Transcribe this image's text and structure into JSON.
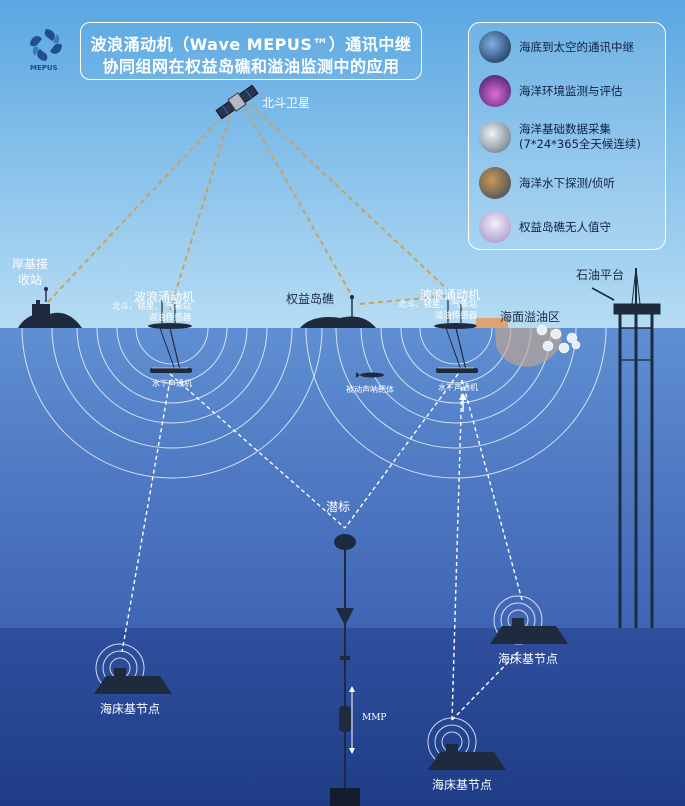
{
  "title": {
    "line1": "波浪涌动机（Wave MEPUS™）通讯中继",
    "line2": "协同组网在权益岛礁和溢油监测中的应用"
  },
  "logo": {
    "text": "MEPUS"
  },
  "legend": {
    "items": [
      {
        "label": "海底到太空的通讯中继",
        "icon": "satellite-earth-thumbnail",
        "color": "#2b4a7a"
      },
      {
        "label": "海洋环境监测与评估",
        "icon": "ocean-glow-thumbnail",
        "color": "#5a2c8a"
      },
      {
        "label": "海洋基础数据采集\n(7*24*365全天候连续)",
        "icon": "wave-splash-thumbnail",
        "color": "#7e8e9c"
      },
      {
        "label": "海洋水下探测/侦听",
        "icon": "seabed-thumbnail",
        "color": "#8a6a3a"
      },
      {
        "label": "权益岛礁无人值守",
        "icon": "island-thumbnail",
        "color": "#c8b4d8"
      }
    ]
  },
  "labels": {
    "satellite": "北斗卫星",
    "shore_station": "岸基接\n收站",
    "wave_glider_left": "波浪涌动机",
    "wave_glider_left_sub": "北斗、铱星、 气象站\n溢油传感器",
    "island": "权益岛礁",
    "wave_glider_right": "波浪涌动机",
    "wave_glider_right_sub": "北斗、铱星、 气象站\n溢油传感器",
    "oil_spill": "海面溢油区",
    "oil_platform": "石油平台",
    "hydrophone_left": "水下声通机",
    "passive_target": "被动声呐靶体",
    "hydrophone_right": "水下声通机",
    "buoy": "潜标",
    "mmp": "MMP",
    "seabed_node_left": "海床基节点",
    "seabed_node_right": "海床基节点",
    "seabed_node_bottom": "海床基节点"
  },
  "colors": {
    "sky": "#8fc6ea",
    "sea_upper": "#4f78c2",
    "sea_lower": "#3c5ba8",
    "link_line": "#c8a260"
  }
}
